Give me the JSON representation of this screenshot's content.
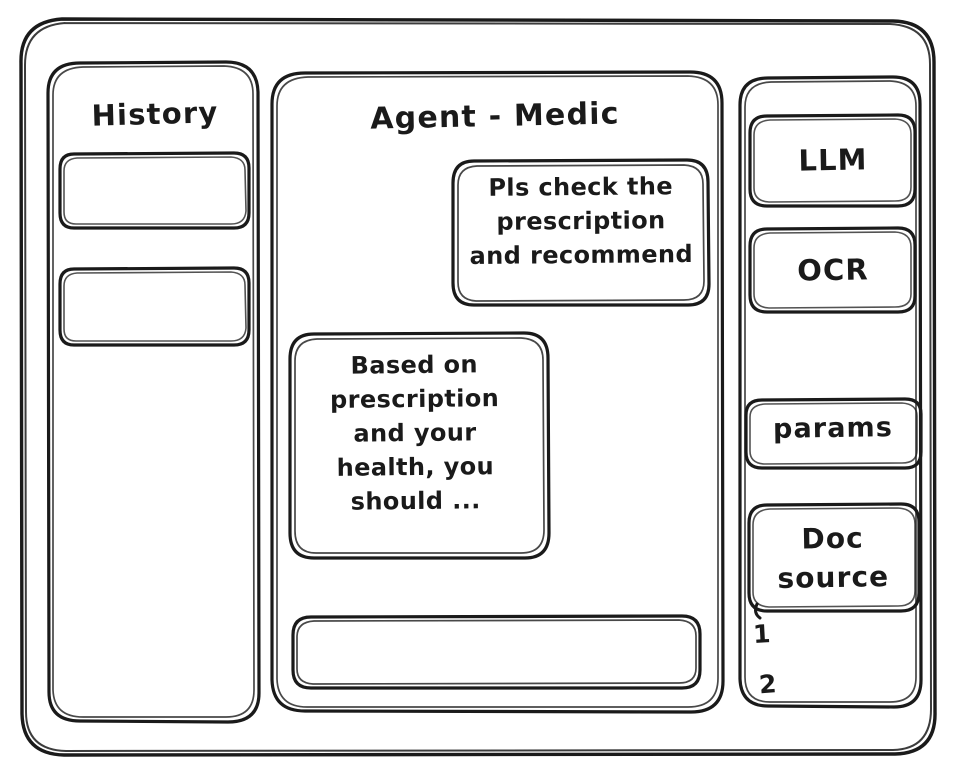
{
  "app": {
    "frame_name": "application-window",
    "stroke_color": "#1a1a1a",
    "background_color": "#ffffff"
  },
  "sidebar": {
    "title": "History",
    "items": [
      {
        "label": ""
      },
      {
        "label": ""
      }
    ]
  },
  "main": {
    "title": "Agent - Medic",
    "messages": [
      {
        "role": "user",
        "align": "right",
        "text": "Pls check the\nprescription\nand recommend"
      },
      {
        "role": "agent",
        "align": "left",
        "text": "Based on\nprescription\nand your\nhealth, you\nshould ..."
      }
    ],
    "composer": {
      "value": "",
      "placeholder": ""
    }
  },
  "tools_panel": {
    "chips": [
      {
        "label": "LLM"
      },
      {
        "label": "OCR"
      },
      {
        "label": "params"
      },
      {
        "label": "Doc\nsource"
      }
    ],
    "sources": [
      {
        "label": "1"
      },
      {
        "label": "2"
      }
    ]
  }
}
